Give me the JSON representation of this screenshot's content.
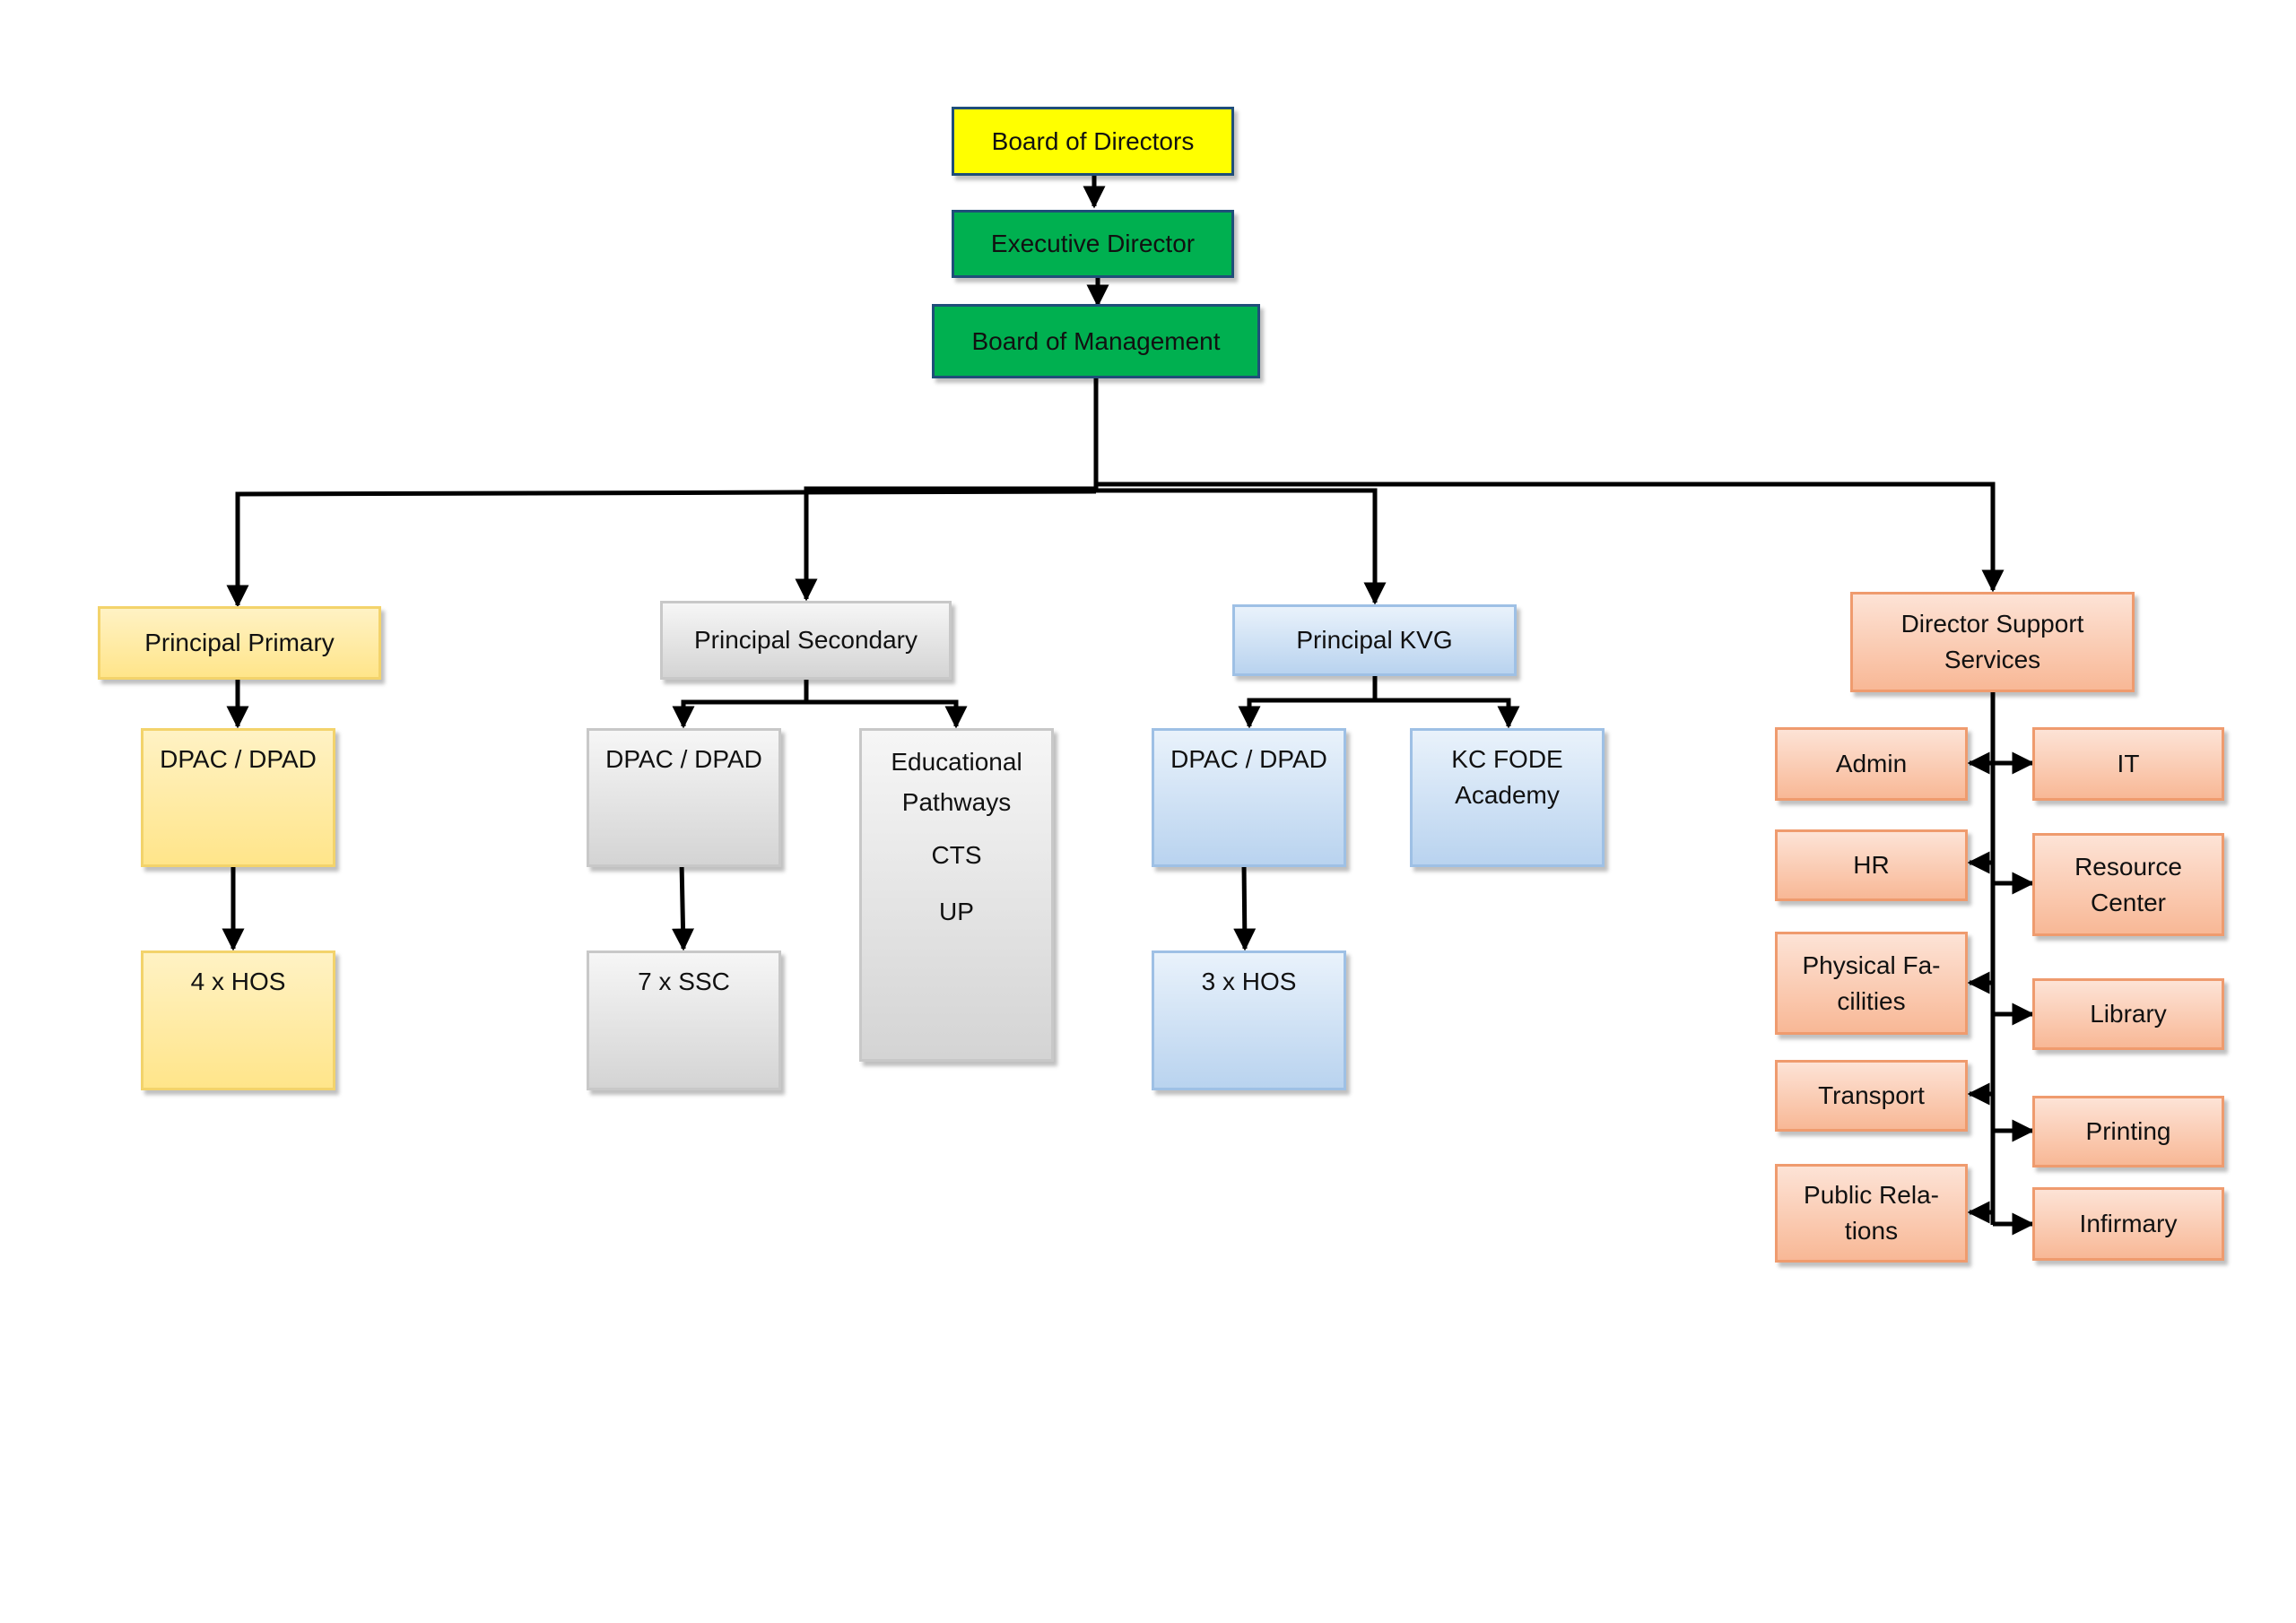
{
  "org_chart": {
    "board_of_directors": "Board of Directors",
    "executive_director": "Executive Director",
    "board_of_management": "Board of Management",
    "primary": {
      "principal": "Principal Primary",
      "deputy": "DPAC / DPAD",
      "heads": "4 x HOS"
    },
    "secondary": {
      "principal": "Principal Secondary",
      "deputy": "DPAC / DPAD",
      "coordinators": "7 x SSC",
      "pathways_line1": "Educational",
      "pathways_line2": "Pathways",
      "pathways_item1": "CTS",
      "pathways_item2": "UP"
    },
    "kvg": {
      "principal": "Principal KVG",
      "deputy": "DPAC / DPAD",
      "heads": "3 x HOS",
      "academy_line1": "KC FODE",
      "academy_line2": "Academy"
    },
    "support": {
      "director_line1": "Director Support",
      "director_line2": "Services",
      "admin": "Admin",
      "hr": "HR",
      "physical_line1": "Physical Fa-",
      "physical_line2": "cilities",
      "transport": "Transport",
      "public_line1": "Public Rela-",
      "public_line2": "tions",
      "it": "IT",
      "resource_line1": "Resource",
      "resource_line2": "Center",
      "library": "Library",
      "printing": "Printing",
      "infirmary": "Infirmary"
    }
  },
  "colors": {
    "connector": "#000000",
    "board_of_directors": "#ffff00",
    "executive": "#00b050",
    "primary": "#ffe58a",
    "secondary": "#d4d4d4",
    "kvg": "#b9d3ef",
    "support": "#f8b896"
  }
}
